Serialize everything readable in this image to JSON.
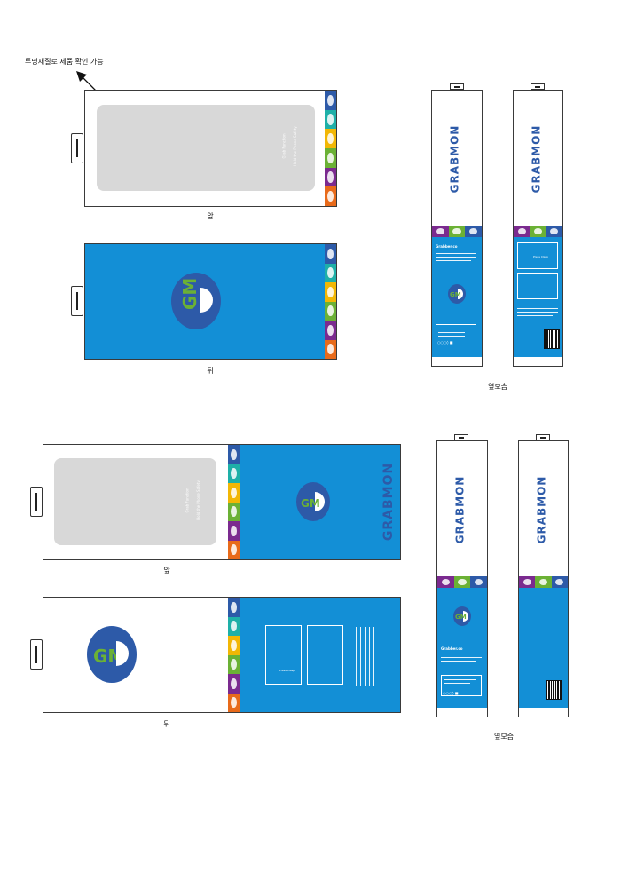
{
  "annotations": {
    "transparent_note": "투명재질로 제품 확인 가능"
  },
  "labels": {
    "front": "앞",
    "back": "뒤",
    "side_view": "옆모습"
  },
  "brand": {
    "name": "GRABMON",
    "logo_letters": "GM",
    "side_heading": "Grabber.co",
    "window_text_1": "Grab Function",
    "window_text_2": "Hold the Phone Safety",
    "instruction_title": "Press Clasp"
  },
  "colors": {
    "box_blue": "#138fd6",
    "logo_blue": "#2d5aa8",
    "green": "#6bb135",
    "yellow": "#f2b705",
    "purple": "#7b2a8f",
    "orange": "#e86a1a",
    "teal": "#1eb0a8"
  },
  "icons": [
    "arrow-icon",
    "gm-logo-icon",
    "barcode-icon",
    "certification-icon"
  ]
}
